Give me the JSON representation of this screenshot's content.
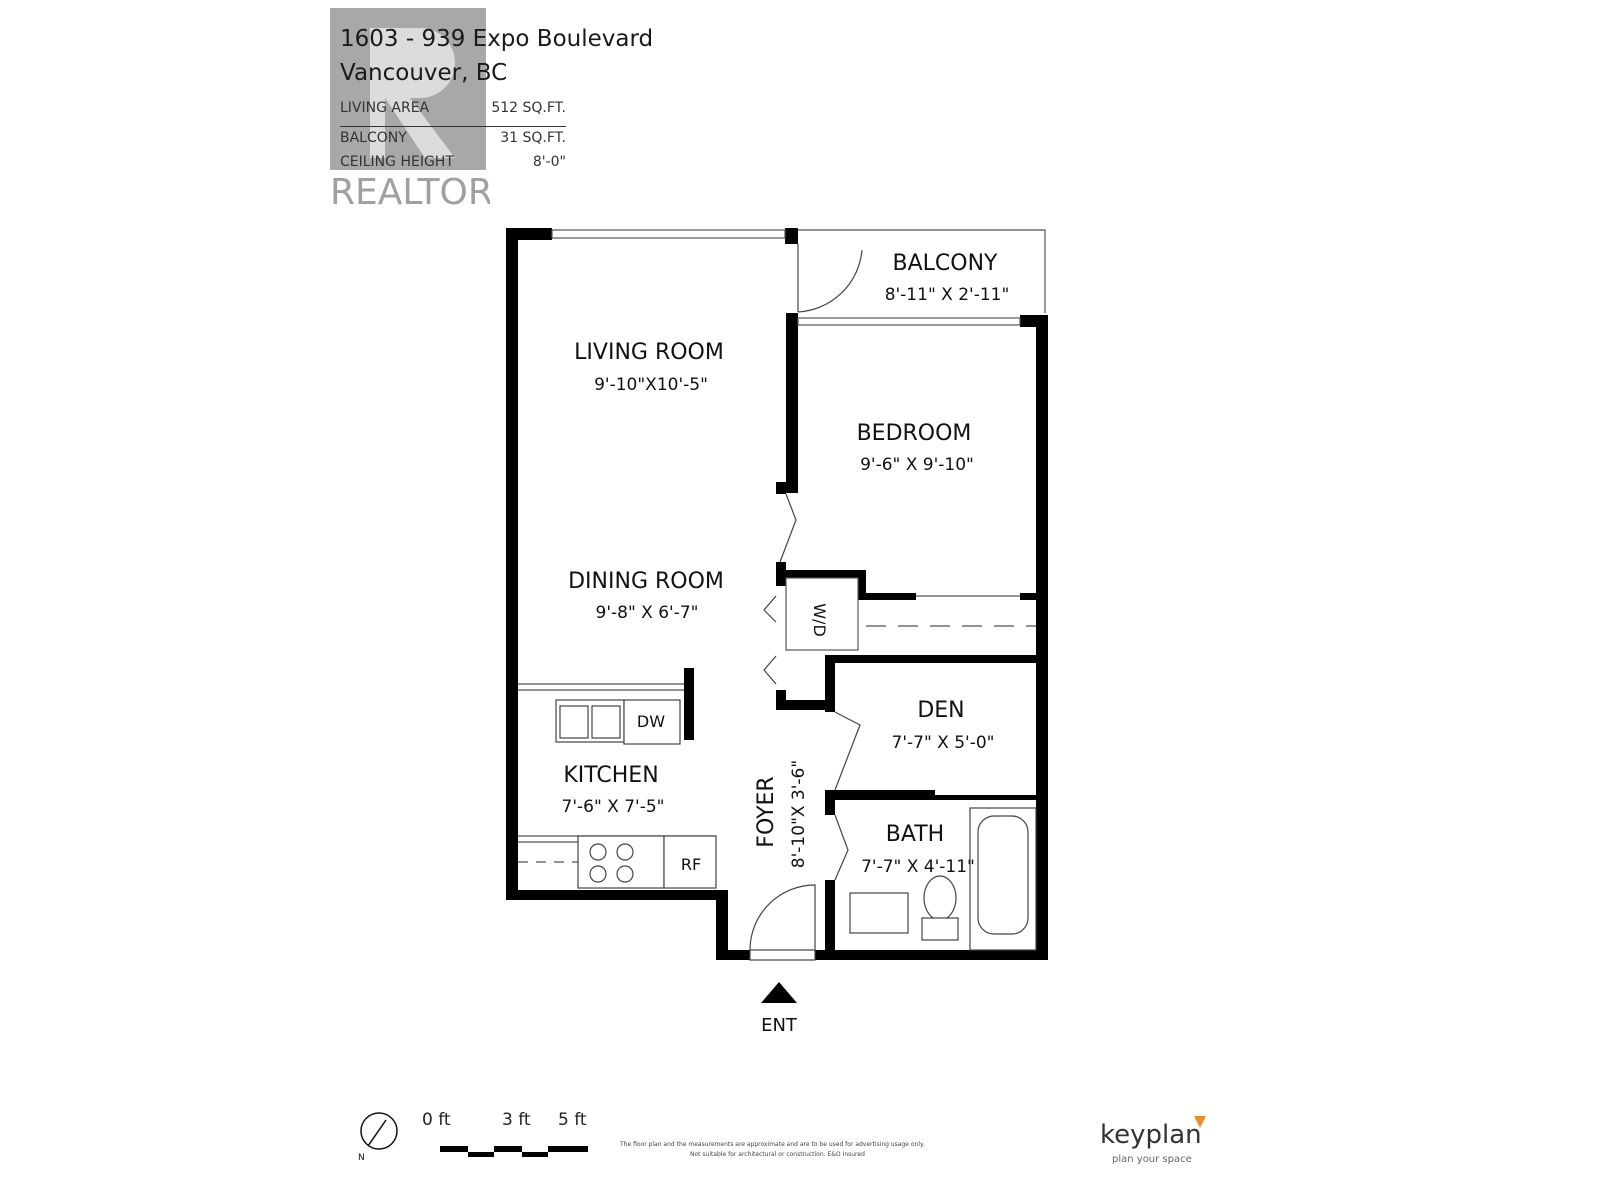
{
  "header": {
    "address_line1": "1603 - 939 Expo Boulevard",
    "address_line2": "Vancouver, BC",
    "specs": [
      {
        "label": "LIVING AREA",
        "value": "512 SQ.FT."
      },
      {
        "label": "BALCONY",
        "value": "31 SQ.FT."
      },
      {
        "label": "CEILING HEIGHT",
        "value": "8'-0\""
      }
    ]
  },
  "watermark": {
    "text": "REALTOR®",
    "color": "#9e9e9e"
  },
  "rooms": {
    "balcony": {
      "name": "BALCONY",
      "size": "8'-11\" X 2'-11\""
    },
    "living": {
      "name": "LIVING ROOM",
      "size": "9'-10\"X10'-5\""
    },
    "bedroom": {
      "name": "BEDROOM",
      "size": "9'-6\" X 9'-10\""
    },
    "dining": {
      "name": "DINING ROOM",
      "size": "9'-8\" X 6'-7\""
    },
    "den": {
      "name": "DEN",
      "size": "7'-7\" X 5'-0\""
    },
    "kitchen": {
      "name": "KITCHEN",
      "size": "7'-6\" X 7'-5\""
    },
    "foyer": {
      "name": "FOYER",
      "size": "8'-10\"X 3'-6\""
    },
    "bath": {
      "name": "BATH",
      "size": "7'-7\" X 4'-11\""
    }
  },
  "fixtures": {
    "washer_dryer": "W/D",
    "dishwasher": "DW",
    "fridge": "RF"
  },
  "entrance": {
    "label": "ENT"
  },
  "footer": {
    "compass_label": "N",
    "scale": [
      "0 ft",
      "3 ft",
      "5 ft"
    ],
    "disclaimer_line1": "The floor plan and the measurements are approximate and are to be used for advertising usage only.",
    "disclaimer_line2": "Not suitable for architectural or construction. E&O Insured",
    "brand": "keyplan",
    "brand_tagline": "plan your space",
    "brand_color": "#f08a24"
  }
}
